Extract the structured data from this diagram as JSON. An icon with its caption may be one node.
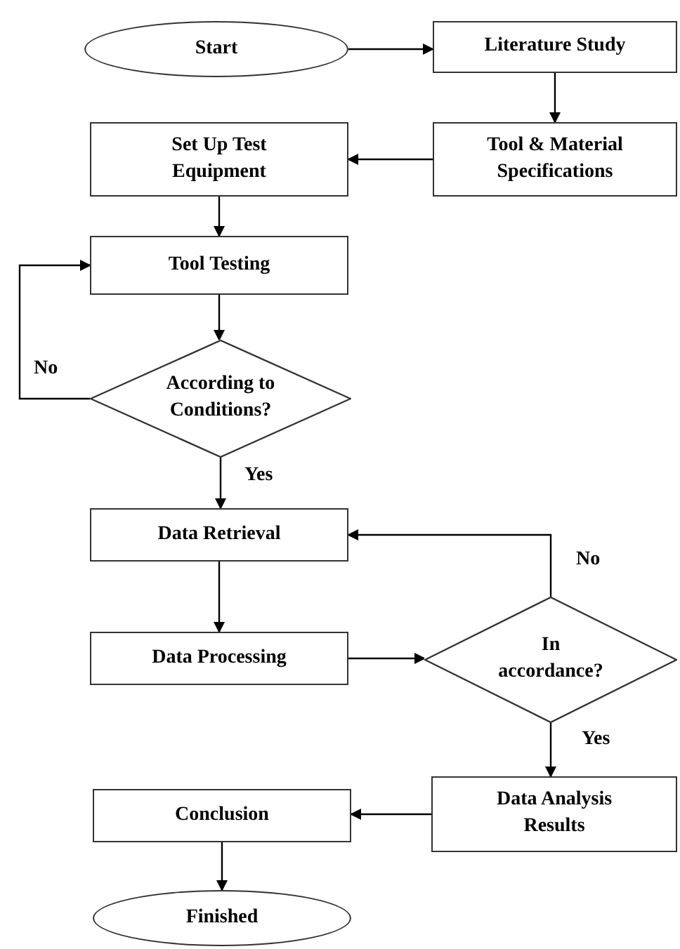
{
  "diagram": {
    "nodes": [
      {
        "text": [
          "Start"
        ]
      },
      {
        "text": [
          "Literature Study"
        ]
      },
      {
        "text": [
          "Tool & Material Specifications"
        ]
      },
      {
        "text": [
          "Set Up Test Equipment"
        ]
      },
      {
        "text": [
          "Tool Testing"
        ]
      },
      {
        "text": [
          "According to Conditions?"
        ]
      },
      {
        "text": [
          "Data Retrieval"
        ]
      },
      {
        "text": [
          "Data Processing"
        ]
      },
      {
        "text": [
          "In accordance?"
        ]
      },
      {
        "text": [
          "Data Analysis Results"
        ]
      },
      {
        "text": [
          "Conclusion"
        ]
      },
      {
        "text": [
          "Finished"
        ]
      }
    ],
    "edges": [
      {
        "from": 0,
        "to": 1,
        "arrow": "to"
      },
      {
        "from": 1,
        "to": 2,
        "arrow": "to"
      },
      {
        "from": 2,
        "to": 3,
        "arrow": "to"
      },
      {
        "from": 3,
        "to": 4,
        "arrow": "to"
      },
      {
        "from": 4,
        "to": 5,
        "arrow": "to"
      },
      {
        "from": 5,
        "to": 4,
        "arrow": "to",
        "label": "No"
      },
      {
        "from": 5,
        "to": 6,
        "arrow": "to",
        "label": "Yes"
      },
      {
        "from": 6,
        "to": 7,
        "arrow": "to"
      },
      {
        "from": 7,
        "to": 8,
        "arrow": "to"
      },
      {
        "from": 8,
        "to": 6,
        "arrow": "to",
        "label": "No"
      },
      {
        "from": 8,
        "to": 9,
        "arrow": "to",
        "label": "Yes"
      },
      {
        "from": 9,
        "to": 10,
        "arrow": "to"
      },
      {
        "from": 10,
        "to": 11,
        "arrow": "to"
      }
    ]
  }
}
